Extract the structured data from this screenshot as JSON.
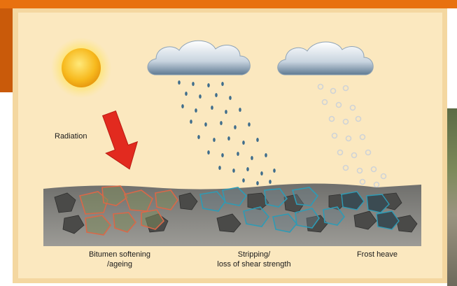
{
  "diagram": {
    "radiation_label": "Radiation",
    "captions": [
      {
        "line1": "Bitumen softening",
        "line2": "/ageing"
      },
      {
        "line1": "Stripping/",
        "line2": "loss of shear strength"
      },
      {
        "line1": "Frost heave",
        "line2": ""
      }
    ],
    "colors": {
      "background": "#fbe8bf",
      "border": "#f4d7a0",
      "sun": "#f7b91d",
      "arrow": "#e22a1f",
      "rain": "#3f6d8c",
      "snow": "#d5d5d5",
      "road": "#8a8a86",
      "aged_outline": "#d96848",
      "stripped_outline": "#2e9bb5"
    },
    "icons": [
      "sun-icon",
      "rain-cloud-icon",
      "snow-cloud-icon",
      "radiation-arrow-icon"
    ]
  }
}
